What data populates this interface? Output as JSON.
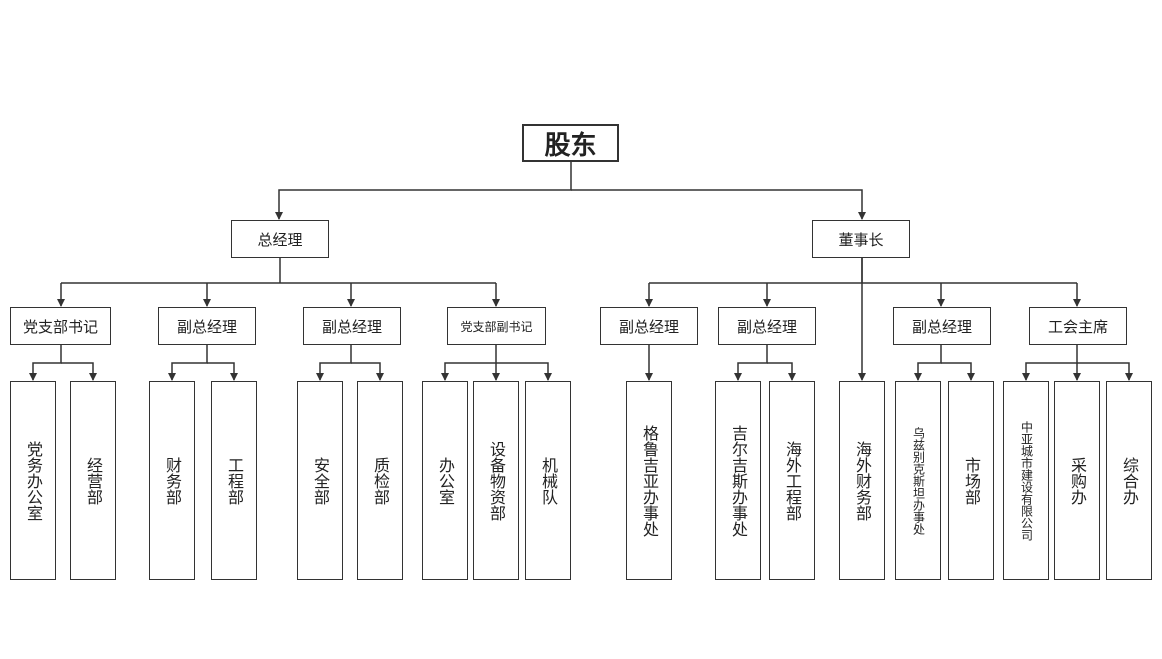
{
  "root": "股东",
  "left": {
    "title": "总经理",
    "groups": [
      {
        "title": "党支部书记",
        "units": [
          "党务办公室",
          "经营部"
        ]
      },
      {
        "title": "副总经理",
        "units": [
          "财务部",
          "工程部"
        ]
      },
      {
        "title": "副总经理",
        "units": [
          "安全部",
          "质检部"
        ]
      },
      {
        "title": "党支部副书记",
        "units": [
          "办公室",
          "设备物资部",
          "机械队"
        ]
      }
    ]
  },
  "right": {
    "title": "董事长",
    "groups": [
      {
        "title": "副总经理",
        "units": [
          "格鲁吉亚办事处"
        ]
      },
      {
        "title": "副总经理",
        "units": [
          "吉尔吉斯办事处",
          "海外工程部"
        ]
      },
      {
        "title": "",
        "units": [
          "海外财务部"
        ]
      },
      {
        "title": "副总经理",
        "units": [
          "乌兹别克斯坦办事处",
          "市场部"
        ]
      },
      {
        "title": "工会主席",
        "units": [
          "中亚城市建设有限公司",
          "采购办",
          "综合办"
        ]
      }
    ]
  }
}
